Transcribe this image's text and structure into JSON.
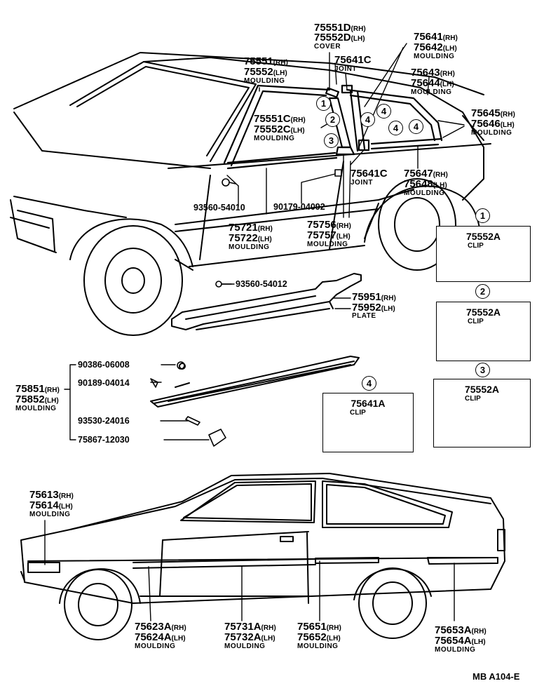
{
  "labels": {
    "p75551D": [
      "75551D",
      "(RH)"
    ],
    "p75552D": [
      "75552D",
      "(LH)"
    ],
    "cover": "COVER",
    "p75641": [
      "75641",
      "(RH)"
    ],
    "p75642": [
      "75642",
      "(LH)"
    ],
    "moulding_a": "MOULDING",
    "p75641C_top": "75641C",
    "joint_top": "JOINT",
    "p75551": [
      "75551",
      "(RH)"
    ],
    "p75552": [
      "75552",
      "(LH)"
    ],
    "moulding_b": "MOULDING",
    "p75643": [
      "75643",
      "(RH)"
    ],
    "p75644": [
      "75644",
      "(LH)"
    ],
    "moulding_c": "MOULDING",
    "p75645": [
      "75645",
      "(RH)"
    ],
    "p75646": [
      "75646",
      "(LH)"
    ],
    "moulding_d": "MOULDING",
    "p75551C": [
      "75551C",
      "(RH)"
    ],
    "p75552C": [
      "75552C",
      "(LH)"
    ],
    "moulding_e": "MOULDING",
    "p75641C_mid": "75641C",
    "joint_mid": "JOINT",
    "p75647": [
      "75647",
      "(RH)"
    ],
    "p75648": [
      "75648",
      "(LH)"
    ],
    "moulding_f": "MOULDING",
    "pn_93560_54010": "93560-54010",
    "pn_90179_04092": "90179-04092",
    "p75721": [
      "75721",
      "(RH)"
    ],
    "p75722": [
      "75722",
      "(LH)"
    ],
    "moulding_g": "MOULDING",
    "p75756": [
      "75756",
      "(RH)"
    ],
    "p75757": [
      "75757",
      "(LH)"
    ],
    "moulding_h": "MOULDING",
    "pn_93560_54012": "93560-54012",
    "p75951": [
      "75951",
      "(RH)"
    ],
    "p75952": [
      "75952",
      "(LH)"
    ],
    "plate": "PLATE",
    "pn_90386_06008": "90386-06008",
    "pn_90189_04014": "90189-04014",
    "p75851": [
      "75851",
      "(RH)"
    ],
    "p75852": [
      "75852",
      "(LH)"
    ],
    "moulding_i": "MOULDING",
    "pn_93530_24016": "93530-24016",
    "pn_75867_12030": "75867-12030",
    "p75613": [
      "75613",
      "(RH)"
    ],
    "p75614": [
      "75614",
      "(LH)"
    ],
    "moulding_j": "MOULDING",
    "p75623A": [
      "75623A",
      "(RH)"
    ],
    "p75624A": [
      "75624A",
      "(LH)"
    ],
    "moulding_k": "MOULDING",
    "p75731A": [
      "75731A",
      "(RH)"
    ],
    "p75732A": [
      "75732A",
      "(LH)"
    ],
    "moulding_l": "MOULDING",
    "p75651": [
      "75651",
      "(RH)"
    ],
    "p75652": [
      "75652",
      "(LH)"
    ],
    "moulding_m": "MOULDING",
    "p75653A": [
      "75653A",
      "(RH)"
    ],
    "p75654A": [
      "75654A",
      "(LH)"
    ],
    "moulding_n": "MOULDING"
  },
  "callouts": [
    "1",
    "2",
    "3",
    "4"
  ],
  "detail_boxes": [
    {
      "num": "1",
      "part": "75552A",
      "desc": "CLIP"
    },
    {
      "num": "2",
      "part": "75552A",
      "desc": "CLIP"
    },
    {
      "num": "3",
      "part": "75552A",
      "desc": "CLIP"
    },
    {
      "num": "4",
      "part": "75641A",
      "desc": "CLIP"
    }
  ],
  "footer": "MB A104-E"
}
